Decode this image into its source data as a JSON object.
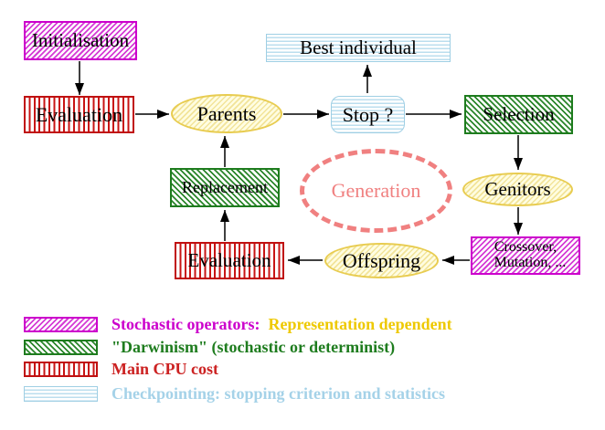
{
  "diagram": {
    "nodes": {
      "initialisation": {
        "label": "Initialisation"
      },
      "evaluation_top": {
        "label": "Evaluation"
      },
      "parents": {
        "label": "Parents"
      },
      "best_individual": {
        "label": "Best individual"
      },
      "stop": {
        "label": "Stop ?"
      },
      "selection": {
        "label": "Selection"
      },
      "generation": {
        "label": "Generation"
      },
      "genitors": {
        "label": "Genitors"
      },
      "replacement": {
        "label": "Replacement"
      },
      "evaluation_bottom": {
        "label": "Evaluation"
      },
      "offspring": {
        "label": "Offspring"
      },
      "crossover_mutation": {
        "line1": "Crossover,",
        "line2": "Mutation, ..."
      }
    },
    "edges": [
      {
        "from": "initialisation",
        "to": "evaluation_top"
      },
      {
        "from": "evaluation_top",
        "to": "parents"
      },
      {
        "from": "parents",
        "to": "stop"
      },
      {
        "from": "stop",
        "to": "best_individual"
      },
      {
        "from": "stop",
        "to": "selection"
      },
      {
        "from": "selection",
        "to": "genitors"
      },
      {
        "from": "genitors",
        "to": "crossover_mutation"
      },
      {
        "from": "crossover_mutation",
        "to": "offspring"
      },
      {
        "from": "offspring",
        "to": "evaluation_bottom"
      },
      {
        "from": "evaluation_bottom",
        "to": "replacement"
      },
      {
        "from": "replacement",
        "to": "parents"
      }
    ],
    "legend": {
      "items": [
        {
          "swatch": "magenta-diagonal-hatch",
          "label": "Stochastic operators:",
          "label2": "Representation dependent",
          "color": "#cc00cc",
          "color2": "#eec900"
        },
        {
          "swatch": "green-diagonal-hatch",
          "label": "\"Darwinism\" (stochastic or determinist)",
          "color": "#1e7c1e"
        },
        {
          "swatch": "red-vertical-stripes",
          "label": "Main CPU cost",
          "color": "#cc2222"
        },
        {
          "swatch": "cyan-horizontal-stripes",
          "label": "Checkpointing: stopping criterion and statistics",
          "color": "#a5d2e8"
        }
      ]
    },
    "colors": {
      "magenta": "#cc00cc",
      "red": "#c81414",
      "green": "#1e7c1e",
      "cyan": "#a5d2e8",
      "yellow_border": "#e8cc50",
      "yellow_fill": "#fffde2",
      "salmon": "#f08080",
      "gold_text": "#eec900",
      "arrow": "#000000"
    }
  }
}
